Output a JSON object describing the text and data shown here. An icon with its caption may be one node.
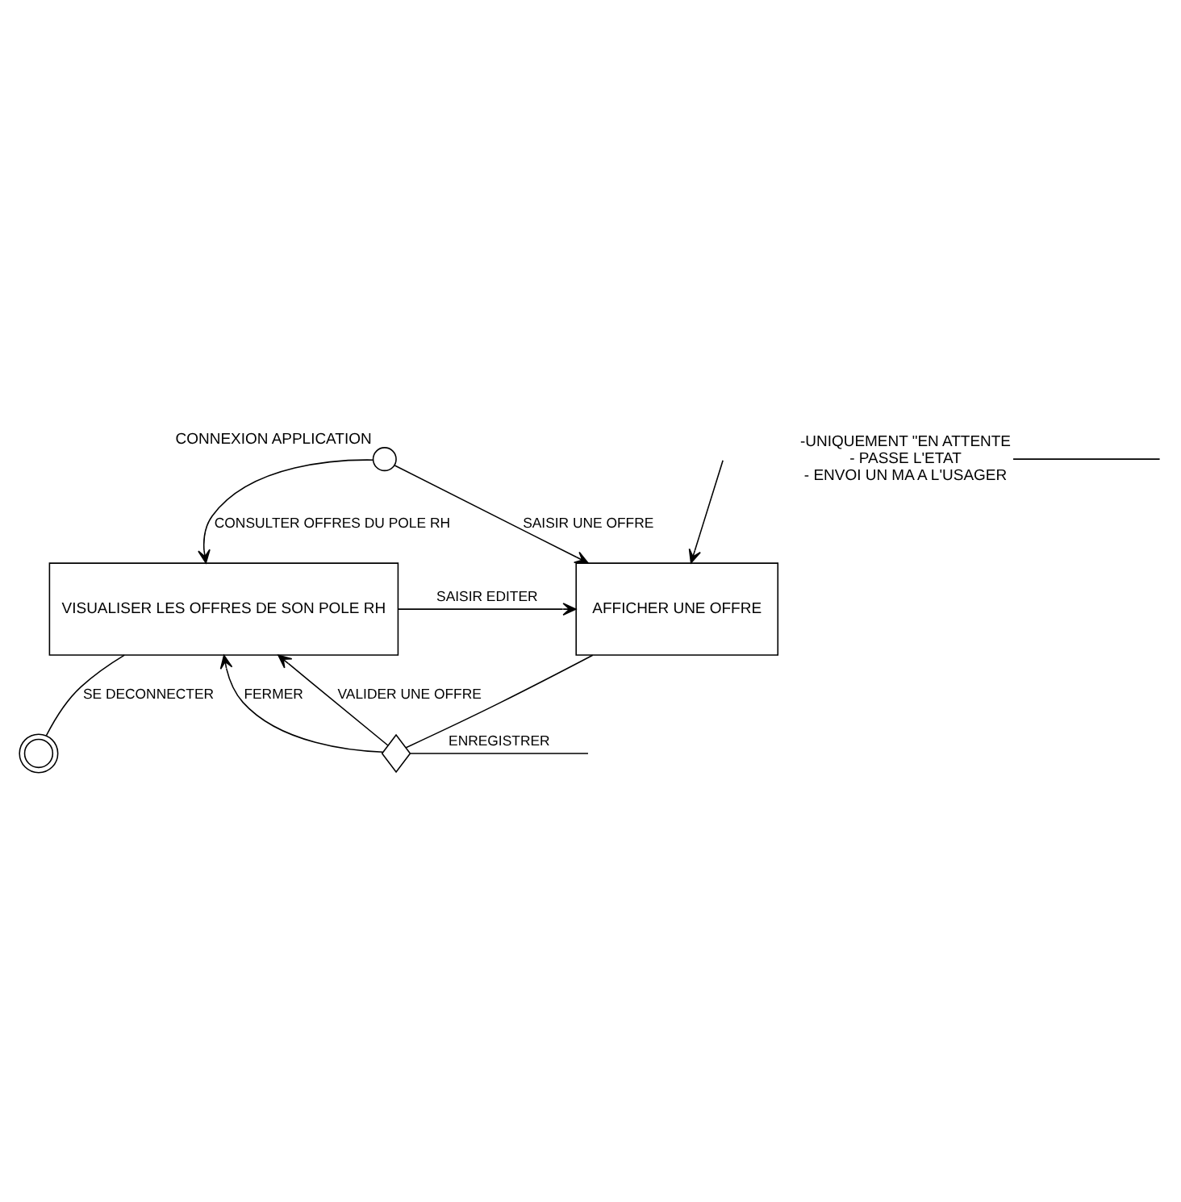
{
  "diagram": {
    "nodes": [
      {
        "text": [],
        "shape": "circle",
        "beside": [
          "CONNEXION APPLICATION"
        ]
      },
      {
        "text": [
          "VISUALISER LES OFFRES DE SON POLE RH"
        ]
      },
      {
        "text": [
          "AFFICHER UNE OFFRE"
        ]
      },
      {
        "text": [],
        "shape": "diamond"
      },
      {
        "text": [],
        "shape": "circle"
      },
      {
        "text": [
          "-UNIQUEMENT \"EN ATTENTE",
          "- PASSE L'ETAT",
          "- ENVOI UN MA A L'USAGER"
        ]
      }
    ],
    "edges": [
      {
        "from": 0,
        "to": 1,
        "arrow": "to",
        "label": "CONSULTER OFFRES DU POLE RH"
      },
      {
        "from": 0,
        "to": 2,
        "arrow": "to",
        "label": "SAISIR UNE OFFRE"
      },
      {
        "from": 1,
        "to": 2,
        "arrow": "to",
        "label": "SAISIR EDITER"
      },
      {
        "from": null,
        "to": 2,
        "arrow": "to"
      },
      {
        "from": 2,
        "to": 3,
        "arrow": "none"
      },
      {
        "from": 3,
        "to": 1,
        "arrow": "to",
        "label": "FERMER"
      },
      {
        "from": 3,
        "to": null,
        "arrow": "none",
        "label": "ENREGISTRER"
      },
      {
        "from": 3,
        "to": 1,
        "arrow": "to",
        "label": "VALIDER UNE OFFRE"
      },
      {
        "from": 1,
        "to": 4,
        "arrow": "none",
        "label": "SE DECONNECTER"
      },
      {
        "from": 5,
        "to": null,
        "arrow": "none"
      }
    ]
  }
}
